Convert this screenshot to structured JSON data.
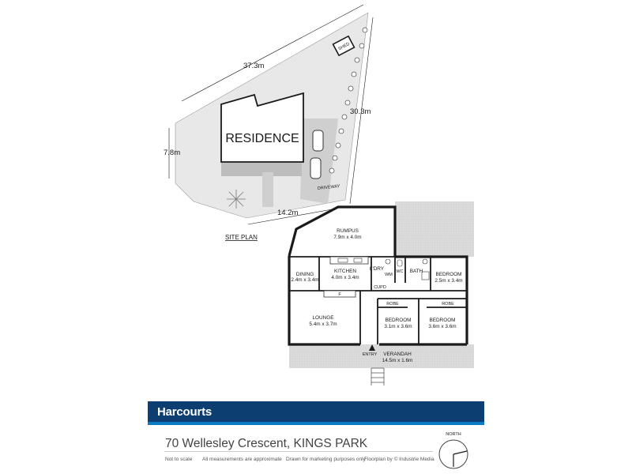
{
  "site_plan": {
    "title": "SITE PLAN",
    "residence": "RESIDENCE",
    "shed": "SHED",
    "driveway": "DRIVEWAY",
    "dims": {
      "top": "37.3m",
      "right": "30.3m",
      "left": "7.8m",
      "bottom": "14.2m"
    }
  },
  "floor_plan": {
    "rooms": [
      {
        "name": "RUMPUS",
        "size": "7.9m x 4.0m"
      },
      {
        "name": "DINING",
        "size": "2.4m x 3.4m"
      },
      {
        "name": "KITCHEN",
        "size": "4.0m x 3.4m"
      },
      {
        "name": "L'DRY",
        "size": ""
      },
      {
        "name": "BATH",
        "size": ""
      },
      {
        "name": "BEDROOM",
        "size": "2.5m x 3.4m"
      },
      {
        "name": "LOUNGE",
        "size": "5.4m x 3.7m"
      },
      {
        "name": "BEDROOM",
        "size": "3.1m x 3.6m"
      },
      {
        "name": "BEDROOM",
        "size": "3.6m x 3.6m"
      },
      {
        "name": "VERANDAH",
        "size": "14.5m x 1.6m"
      }
    ],
    "small_labels": {
      "wc": "WC",
      "wm": "WM",
      "cupd": "CUPD",
      "robe": "ROBE",
      "fridge": "F",
      "entry": "ENTRY"
    }
  },
  "footer": {
    "brand": "Harcourts",
    "address": "70 Wellesley Crescent, KINGS PARK",
    "notes": [
      "Not to scale",
      "All measurements are approximate",
      "Drawn for marketing purposes only",
      "Floorplan by © Industrie Media"
    ],
    "compass": "NORTH"
  },
  "colors": {
    "banner": "#0c3e72",
    "banner_stripe": "#0a7bc2",
    "site_fill": "#e8e8e8",
    "outdoor_fill": "#d4d4d4",
    "wall": "#1a1a1a"
  }
}
